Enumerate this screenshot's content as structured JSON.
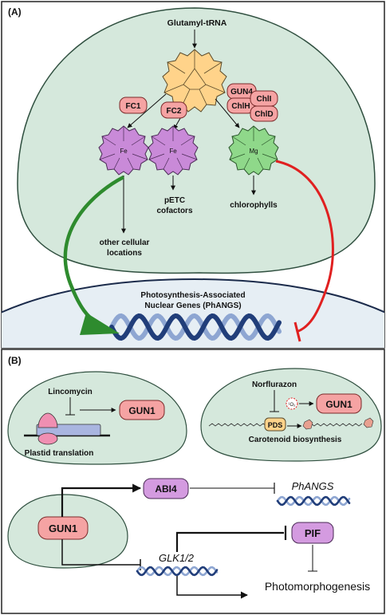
{
  "panelA": {
    "label": "(A)",
    "precursor": "Glutamyl-tRNA",
    "enzymes": {
      "fc1": "FC1",
      "fc2": "FC2",
      "gun4": "GUN4",
      "chlh": "ChlH",
      "chli": "ChlI",
      "chld": "ChlD"
    },
    "metals": {
      "fe1": "Fe",
      "fe2": "Fe",
      "mg": "Mg"
    },
    "products": {
      "other_line1": "other cellular",
      "other_line2": "locations",
      "petc_line1": "pETC",
      "petc_line2": "cofactors",
      "chlorophylls": "chlorophylls"
    },
    "nucleus": {
      "line1": "Photosynthesis-Associated",
      "line2": "Nuclear Genes (PhANGS)"
    }
  },
  "panelB": {
    "label": "(B)",
    "left_cell": {
      "inhibitor": "Lincomycin",
      "target": "GUN1",
      "process": "Plastid translation"
    },
    "right_cell": {
      "inhibitor": "Norflurazon",
      "target": "GUN1",
      "singlet_oxygen": "¹O₂",
      "enzyme": "PDS",
      "process": "Carotenoid biosynthesis"
    },
    "signaling": {
      "gun1": "GUN1",
      "abi4": "ABI4",
      "phangs": "PhANGS",
      "glk": "GLK1/2",
      "pif": "PIF",
      "photomorph": "Photomorphogenesis"
    }
  },
  "colors": {
    "cell_fill": "#d5e8dc",
    "cell_stroke": "#2f4f3f",
    "nucleus_fill": "#e6eef4",
    "porphyrin": "#ffd38a",
    "fe_heme": "#c98ad8",
    "mg_chl": "#8fd88a",
    "enzyme_box": "#f5a3a3",
    "purple_box": "#d49be0",
    "dna_dark": "#213e7a",
    "dna_light": "#8ea6d2",
    "green_arrow": "#2e8b2e",
    "red_inhibit": "#e02020"
  }
}
